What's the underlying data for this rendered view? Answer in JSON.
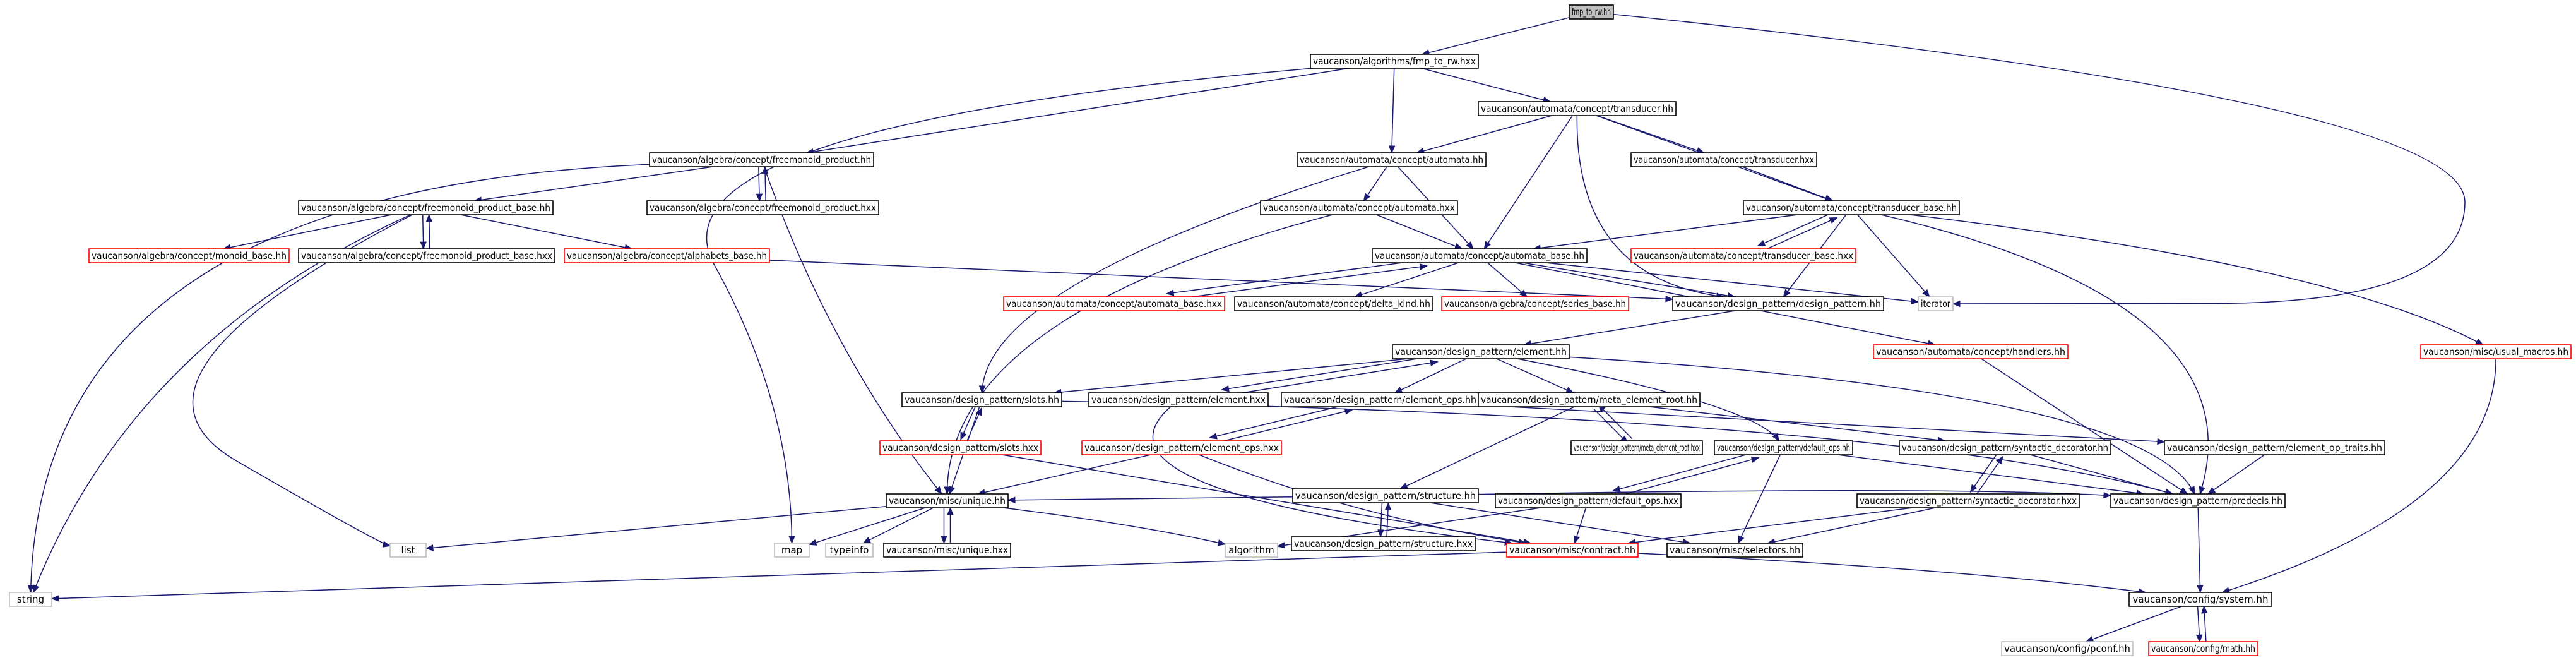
{
  "graph": {
    "nodes": [
      {
        "id": "fmp_to_rw_hh",
        "label": "fmp_to_rw.hh",
        "kind": "root"
      },
      {
        "id": "fmp_to_rw_hxx",
        "label": "vaucanson/algorithms/fmp_to_rw.hxx",
        "kind": "normal"
      },
      {
        "id": "transducer_hh",
        "label": "vaucanson/automata/concept/transducer.hh",
        "kind": "normal"
      },
      {
        "id": "freemonoid_product_hh",
        "label": "vaucanson/algebra/concept/freemonoid_product.hh",
        "kind": "normal"
      },
      {
        "id": "automata_hh",
        "label": "vaucanson/automata/concept/automata.hh",
        "kind": "normal"
      },
      {
        "id": "transducer_hxx",
        "label": "vaucanson/automata/concept/transducer.hxx",
        "kind": "normal"
      },
      {
        "id": "freemonoid_product_base_hh",
        "label": "vaucanson/algebra/concept/freemonoid_product_base.hh",
        "kind": "normal"
      },
      {
        "id": "freemonoid_product_hxx",
        "label": "vaucanson/algebra/concept/freemonoid_product.hxx",
        "kind": "normal"
      },
      {
        "id": "automata_hxx",
        "label": "vaucanson/automata/concept/automata.hxx",
        "kind": "normal"
      },
      {
        "id": "transducer_base_hh",
        "label": "vaucanson/automata/concept/transducer_base.hh",
        "kind": "normal"
      },
      {
        "id": "monoid_base_hh",
        "label": "vaucanson/algebra/concept/monoid_base.hh",
        "kind": "red"
      },
      {
        "id": "freemonoid_product_base_hxx",
        "label": "vaucanson/algebra/concept/freemonoid_product_base.hxx",
        "kind": "normal"
      },
      {
        "id": "alphabets_base_hh",
        "label": "vaucanson/algebra/concept/alphabets_base.hh",
        "kind": "red"
      },
      {
        "id": "automata_base_hh",
        "label": "vaucanson/automata/concept/automata_base.hh",
        "kind": "normal"
      },
      {
        "id": "transducer_base_hxx",
        "label": "vaucanson/automata/concept/transducer_base.hxx",
        "kind": "red"
      },
      {
        "id": "automata_base_hxx",
        "label": "vaucanson/automata/concept/automata_base.hxx",
        "kind": "red"
      },
      {
        "id": "delta_kind_hh",
        "label": "vaucanson/automata/concept/delta_kind.hh",
        "kind": "normal"
      },
      {
        "id": "series_base_hh",
        "label": "vaucanson/algebra/concept/series_base.hh",
        "kind": "red"
      },
      {
        "id": "design_pattern_hh",
        "label": "vaucanson/design_pattern/design_pattern.hh",
        "kind": "normal"
      },
      {
        "id": "iterator",
        "label": "iterator",
        "kind": "sys"
      },
      {
        "id": "handlers_hh",
        "label": "vaucanson/automata/concept/handlers.hh",
        "kind": "red"
      },
      {
        "id": "usual_macros_hh",
        "label": "vaucanson/misc/usual_macros.hh",
        "kind": "red"
      },
      {
        "id": "element_hh",
        "label": "vaucanson/design_pattern/element.hh",
        "kind": "normal"
      },
      {
        "id": "slots_hh",
        "label": "vaucanson/design_pattern/slots.hh",
        "kind": "normal"
      },
      {
        "id": "element_hxx",
        "label": "vaucanson/design_pattern/element.hxx",
        "kind": "normal"
      },
      {
        "id": "element_ops_hh",
        "label": "vaucanson/design_pattern/element_ops.hh",
        "kind": "normal"
      },
      {
        "id": "meta_element_root_hh",
        "label": "vaucanson/design_pattern/meta_element_root.hh",
        "kind": "normal"
      },
      {
        "id": "slots_hxx",
        "label": "vaucanson/design_pattern/slots.hxx",
        "kind": "red"
      },
      {
        "id": "element_ops_hxx",
        "label": "vaucanson/design_pattern/element_ops.hxx",
        "kind": "red"
      },
      {
        "id": "structure_hh",
        "label": "vaucanson/design_pattern/structure.hh",
        "kind": "normal"
      },
      {
        "id": "meta_element_root_hxx",
        "label": "vaucanson/design_pattern/meta_element_root.hxx",
        "kind": "normal"
      },
      {
        "id": "default_ops_hh",
        "label": "vaucanson/design_pattern/default_ops.hh",
        "kind": "normal"
      },
      {
        "id": "syntactic_decorator_hh",
        "label": "vaucanson/design_pattern/syntactic_decorator.hh",
        "kind": "normal"
      },
      {
        "id": "element_op_traits_hh",
        "label": "vaucanson/design_pattern/element_op_traits.hh",
        "kind": "normal"
      },
      {
        "id": "unique_hh",
        "label": "vaucanson/misc/unique.hh",
        "kind": "normal"
      },
      {
        "id": "structure_hxx",
        "label": "vaucanson/design_pattern/structure.hxx",
        "kind": "normal"
      },
      {
        "id": "default_ops_hxx",
        "label": "vaucanson/design_pattern/default_ops.hxx",
        "kind": "normal"
      },
      {
        "id": "syntactic_decorator_hxx",
        "label": "vaucanson/design_pattern/syntactic_decorator.hxx",
        "kind": "normal"
      },
      {
        "id": "predecls_hh",
        "label": "vaucanson/design_pattern/predecls.hh",
        "kind": "normal"
      },
      {
        "id": "list",
        "label": "list",
        "kind": "sys"
      },
      {
        "id": "map",
        "label": "map",
        "kind": "sys"
      },
      {
        "id": "typeinfo",
        "label": "typeinfo",
        "kind": "sys"
      },
      {
        "id": "unique_hxx",
        "label": "vaucanson/misc/unique.hxx",
        "kind": "normal"
      },
      {
        "id": "algorithm",
        "label": "algorithm",
        "kind": "sys"
      },
      {
        "id": "contract_hh",
        "label": "vaucanson/misc/contract.hh",
        "kind": "red"
      },
      {
        "id": "selectors_hh",
        "label": "vaucanson/misc/selectors.hh",
        "kind": "normal"
      },
      {
        "id": "string",
        "label": "string",
        "kind": "sys"
      },
      {
        "id": "system_hh",
        "label": "vaucanson/config/system.hh",
        "kind": "normal"
      },
      {
        "id": "pconf_hh",
        "label": "vaucanson/config/pconf.hh",
        "kind": "sys"
      },
      {
        "id": "math_hh",
        "label": "vaucanson/config/math.hh",
        "kind": "red"
      }
    ],
    "edges": [
      [
        "fmp_to_rw_hh",
        "fmp_to_rw_hxx"
      ],
      [
        "fmp_to_rw_hh",
        "iterator"
      ],
      [
        "fmp_to_rw_hxx",
        "transducer_hh"
      ],
      [
        "fmp_to_rw_hxx",
        "freemonoid_product_hh"
      ],
      [
        "fmp_to_rw_hxx",
        "automata_hh"
      ],
      [
        "fmp_to_rw_hxx",
        "map"
      ],
      [
        "transducer_hh",
        "automata_hh"
      ],
      [
        "transducer_hh",
        "transducer_hxx"
      ],
      [
        "transducer_hh",
        "transducer_base_hh"
      ],
      [
        "transducer_hh",
        "automata_base_hh"
      ],
      [
        "transducer_hh",
        "design_pattern_hh"
      ],
      [
        "freemonoid_product_hh",
        "freemonoid_product_base_hh"
      ],
      [
        "freemonoid_product_hh",
        "freemonoid_product_hxx"
      ],
      [
        "freemonoid_product_hh",
        "string"
      ],
      [
        "freemonoid_product_hh",
        "unique_hh"
      ],
      [
        "freemonoid_product_hxx",
        "freemonoid_product_hh"
      ],
      [
        "automata_hh",
        "automata_hxx"
      ],
      [
        "automata_hh",
        "automata_base_hh"
      ],
      [
        "automata_hh",
        "slots_hh"
      ],
      [
        "transducer_hxx",
        "transducer_base_hh"
      ],
      [
        "freemonoid_product_base_hh",
        "monoid_base_hh"
      ],
      [
        "freemonoid_product_base_hh",
        "freemonoid_product_base_hxx"
      ],
      [
        "freemonoid_product_base_hh",
        "alphabets_base_hh"
      ],
      [
        "freemonoid_product_base_hh",
        "string"
      ],
      [
        "freemonoid_product_base_hh",
        "list"
      ],
      [
        "freemonoid_product_base_hxx",
        "freemonoid_product_base_hh"
      ],
      [
        "alphabets_base_hh",
        "design_pattern_hh"
      ],
      [
        "automata_hxx",
        "automata_base_hh"
      ],
      [
        "automata_hxx",
        "unique_hh"
      ],
      [
        "transducer_base_hh",
        "automata_base_hh"
      ],
      [
        "transducer_base_hh",
        "transducer_base_hxx"
      ],
      [
        "transducer_base_hh",
        "iterator"
      ],
      [
        "transducer_base_hh",
        "design_pattern_hh"
      ],
      [
        "transducer_base_hh",
        "usual_macros_hh"
      ],
      [
        "transducer_base_hh",
        "predecls_hh"
      ],
      [
        "transducer_base_hxx",
        "transducer_base_hh"
      ],
      [
        "automata_base_hh",
        "automata_base_hxx"
      ],
      [
        "automata_base_hh",
        "delta_kind_hh"
      ],
      [
        "automata_base_hh",
        "series_base_hh"
      ],
      [
        "automata_base_hh",
        "design_pattern_hh"
      ],
      [
        "automata_base_hh",
        "handlers_hh"
      ],
      [
        "automata_base_hh",
        "iterator"
      ],
      [
        "automata_base_hxx",
        "automata_base_hh"
      ],
      [
        "design_pattern_hh",
        "element_hh"
      ],
      [
        "handlers_hh",
        "predecls_hh"
      ],
      [
        "usual_macros_hh",
        "system_hh"
      ],
      [
        "element_hh",
        "slots_hh"
      ],
      [
        "element_hh",
        "element_hxx"
      ],
      [
        "element_hh",
        "element_ops_hh"
      ],
      [
        "element_hh",
        "meta_element_root_hh"
      ],
      [
        "element_hh",
        "default_ops_hh"
      ],
      [
        "element_hh",
        "predecls_hh"
      ],
      [
        "element_hxx",
        "element_hh"
      ],
      [
        "element_hxx",
        "contract_hh"
      ],
      [
        "slots_hh",
        "slots_hxx"
      ],
      [
        "slots_hh",
        "unique_hh"
      ],
      [
        "slots_hh",
        "predecls_hh"
      ],
      [
        "slots_hxx",
        "slots_hh"
      ],
      [
        "slots_hxx",
        "contract_hh"
      ],
      [
        "element_ops_hh",
        "element_ops_hxx"
      ],
      [
        "element_ops_hh",
        "element_op_traits_hh"
      ],
      [
        "element_ops_hxx",
        "element_ops_hh"
      ],
      [
        "element_ops_hxx",
        "unique_hh"
      ],
      [
        "element_ops_hxx",
        "contract_hh"
      ],
      [
        "meta_element_root_hh",
        "meta_element_root_hxx"
      ],
      [
        "meta_element_root_hh",
        "structure_hh"
      ],
      [
        "meta_element_root_hh",
        "syntactic_decorator_hh"
      ],
      [
        "meta_element_root_hxx",
        "meta_element_root_hh"
      ],
      [
        "structure_hh",
        "structure_hxx"
      ],
      [
        "structure_hh",
        "unique_hh"
      ],
      [
        "structure_hh",
        "selectors_hh"
      ],
      [
        "structure_hh",
        "predecls_hh"
      ],
      [
        "structure_hxx",
        "structure_hh"
      ],
      [
        "default_ops_hh",
        "default_ops_hxx"
      ],
      [
        "default_ops_hh",
        "selectors_hh"
      ],
      [
        "default_ops_hh",
        "predecls_hh"
      ],
      [
        "default_ops_hxx",
        "default_ops_hh"
      ],
      [
        "default_ops_hxx",
        "contract_hh"
      ],
      [
        "default_ops_hxx",
        "algorithm"
      ],
      [
        "syntactic_decorator_hh",
        "syntactic_decorator_hxx"
      ],
      [
        "syntactic_decorator_hh",
        "predecls_hh"
      ],
      [
        "syntactic_decorator_hxx",
        "syntactic_decorator_hh"
      ],
      [
        "syntactic_decorator_hxx",
        "contract_hh"
      ],
      [
        "syntactic_decorator_hxx",
        "selectors_hh"
      ],
      [
        "element_op_traits_hh",
        "predecls_hh"
      ],
      [
        "predecls_hh",
        "system_hh"
      ],
      [
        "unique_hh",
        "list"
      ],
      [
        "unique_hh",
        "map"
      ],
      [
        "unique_hh",
        "typeinfo"
      ],
      [
        "unique_hh",
        "unique_hxx"
      ],
      [
        "unique_hh",
        "algorithm"
      ],
      [
        "unique_hxx",
        "unique_hh"
      ],
      [
        "contract_hh",
        "string"
      ],
      [
        "contract_hh",
        "system_hh"
      ],
      [
        "system_hh",
        "pconf_hh"
      ],
      [
        "system_hh",
        "math_hh"
      ],
      [
        "math_hh",
        "system_hh"
      ]
    ]
  }
}
